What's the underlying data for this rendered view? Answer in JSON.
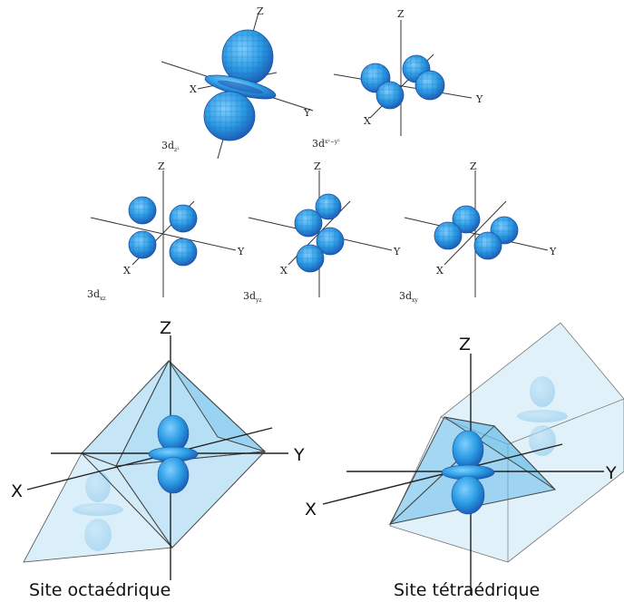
{
  "colors": {
    "lobe_fill": "#29a3e6",
    "lobe_dark": "#1a5fb8",
    "lobe_edge": "#1c4f9e",
    "poly_fill": "#5bb8e8",
    "poly_edge": "#333333"
  },
  "axes": {
    "x": "X",
    "y": "Y",
    "z": "Z"
  },
  "orbitals": {
    "dz2": {
      "base": "3d",
      "sub": "z²"
    },
    "dx2y2": {
      "base": "3d",
      "sub": "x²−y²"
    },
    "dxz": {
      "base": "3d",
      "sub": "xz"
    },
    "dyz": {
      "base": "3d",
      "sub": "yz"
    },
    "dxy": {
      "base": "3d",
      "sub": "xy"
    }
  },
  "captions": {
    "octahedral": "Site octaédrique",
    "tetrahedral": "Site tétraédrique"
  }
}
